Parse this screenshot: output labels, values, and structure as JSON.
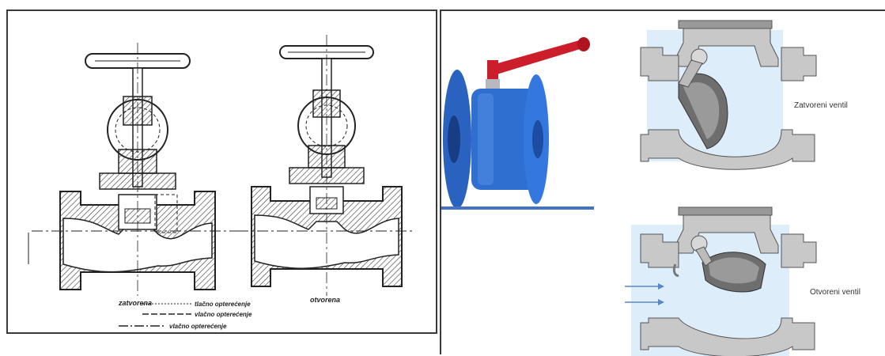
{
  "globe_valve_drawing": {
    "closed_label": "zatvorena",
    "open_label": "otvorena",
    "legend": [
      "tlačno opterećenje",
      "vlačno opterećenje",
      "vlačno opterećenje"
    ]
  },
  "check_valve": {
    "closed_label": "Zatvoreni ventil",
    "open_label": "Otvoreni ventil"
  },
  "colors": {
    "ball_valve_body": "#2f6fd0",
    "ball_valve_handle": "#cc1d2b",
    "separator_line": "#4472c4",
    "fluid": "#ddeefa",
    "valve_metal": "#b9b9b9"
  }
}
